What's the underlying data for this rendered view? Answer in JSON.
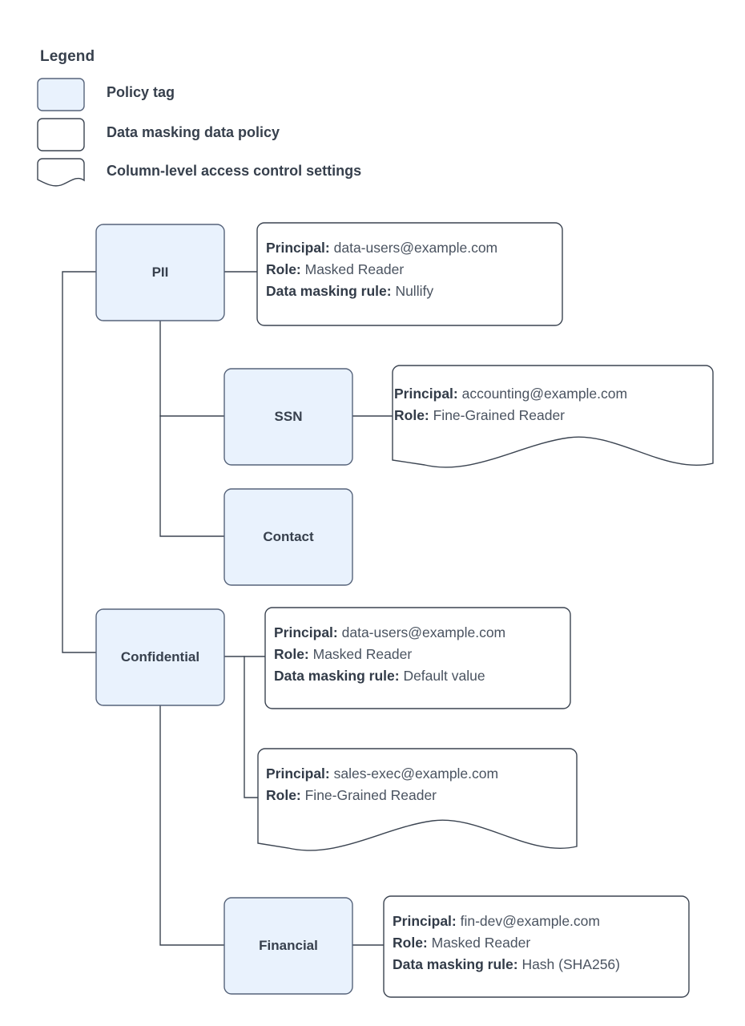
{
  "legend": {
    "title": "Legend",
    "items": [
      {
        "shape": "rounded-rect-filled",
        "label": "Policy tag"
      },
      {
        "shape": "rounded-rect-plain",
        "label": "Data masking data policy"
      },
      {
        "shape": "wave-document",
        "label": "Column-level access control settings"
      }
    ]
  },
  "colors": {
    "tag_fill": "#e9f2fd",
    "tag_stroke": "#56637a",
    "box_stroke": "#3b4451",
    "text": "#37404d",
    "text_value": "#4a5360",
    "connector": "#3b4451",
    "background": "#ffffff"
  },
  "nodes": [
    {
      "id": "pii",
      "label": "PII",
      "type": "policy-tag"
    },
    {
      "id": "ssn",
      "label": "SSN",
      "type": "policy-tag"
    },
    {
      "id": "contact",
      "label": "Contact",
      "type": "policy-tag"
    },
    {
      "id": "confidential",
      "label": "Confidential",
      "type": "policy-tag"
    },
    {
      "id": "financial",
      "label": "Financial",
      "type": "policy-tag"
    }
  ],
  "policies": [
    {
      "id": "pii-policy",
      "attached_to": "pii",
      "shape": "data-masking-data-policy",
      "fields": [
        {
          "key": "Principal:",
          "value": "data-users@example.com"
        },
        {
          "key": "Role:",
          "value": "Masked Reader"
        },
        {
          "key": "Data masking rule:",
          "value": "Nullify"
        }
      ]
    },
    {
      "id": "ssn-policy",
      "attached_to": "ssn",
      "shape": "column-level-access-control-settings",
      "fields": [
        {
          "key": "Principal:",
          "value": "accounting@example.com"
        },
        {
          "key": "Role:",
          "value": "Fine-Grained Reader"
        }
      ]
    },
    {
      "id": "confidential-policy",
      "attached_to": "confidential",
      "shape": "data-masking-data-policy",
      "fields": [
        {
          "key": "Principal:",
          "value": "data-users@example.com"
        },
        {
          "key": "Role:",
          "value": "Masked Reader"
        },
        {
          "key": "Data masking rule:",
          "value": "Default value"
        }
      ]
    },
    {
      "id": "confidential-acl",
      "attached_to": "confidential",
      "shape": "column-level-access-control-settings",
      "fields": [
        {
          "key": "Principal:",
          "value": "sales-exec@example.com"
        },
        {
          "key": "Role:",
          "value": "Fine-Grained Reader"
        }
      ]
    },
    {
      "id": "financial-policy",
      "attached_to": "financial",
      "shape": "data-masking-data-policy",
      "fields": [
        {
          "key": "Principal:",
          "value": "fin-dev@example.com"
        },
        {
          "key": "Role:",
          "value": "Masked Reader"
        },
        {
          "key": "Data masking rule:",
          "value": "Hash (SHA256)"
        }
      ]
    }
  ]
}
